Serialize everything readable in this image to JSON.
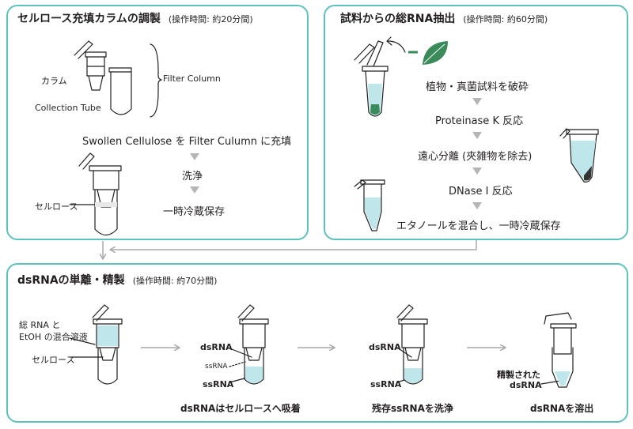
{
  "panel1": {
    "title": "セルロース充填カラムの調製",
    "time": "(操作時間: 約20分間)",
    "label_column": "カラム",
    "label_tube": "Collection Tube",
    "label_filter": "Filter Column",
    "step1": "Swollen Cellulose を Filter Culumn に充填",
    "step2": "洗浄",
    "step3": "一時冷蔵保存",
    "label_cellulose": "セルロース"
  },
  "panel2": {
    "title": "試料からの総RNA抽出",
    "time": "(操作時間: 約60分間)",
    "steps": [
      "植物・真菌試料を破砕",
      "Proteinase K 反応",
      "遠心分離 (夾雑物を除去)",
      "DNase I 反応",
      "エタノールを混合し、一時冷蔵保存"
    ]
  },
  "panel3": {
    "title": "dsRNAの単離・精製",
    "time": "(操作時間: 約70分間)",
    "label_mix1": "総 RNA と",
    "label_mix2": "EtOH の混合溶液",
    "label_cellulose": "セルロース",
    "label_dsrna": "dsRNA",
    "label_ssrna": "ssRNA",
    "label_purified1": "精製された",
    "label_purified2": "dsRNA",
    "caption2": "dsRNAはセルロースへ吸着",
    "caption3": "残存ssRNAを洗浄",
    "caption4": "dsRNAを溶出"
  },
  "colors": {
    "frame": "#5cc2bd",
    "liquid": "#bfe6ea",
    "leaf": "#3a8a5a",
    "arrow": "#a7a9ac",
    "triangle": "#b5b5b5"
  }
}
